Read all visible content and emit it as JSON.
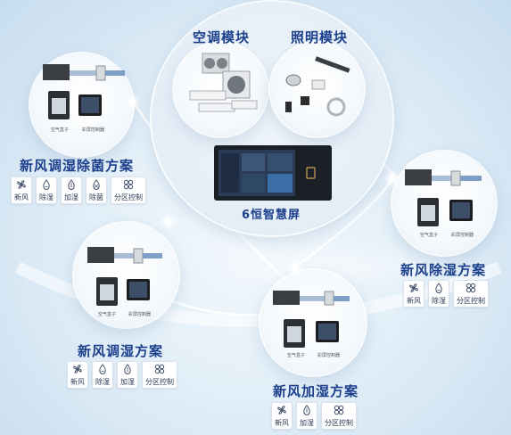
{
  "hub": {
    "ac_module": "空调模块",
    "lighting_module": "照明模块",
    "smart_screen": "6恒智慧屏"
  },
  "schemes": [
    {
      "title": "新风调湿除菌方案",
      "captions": [
        "空气盒子",
        "彩屏控制器"
      ],
      "tags": [
        "新风",
        "除湿",
        "加湿",
        "除菌",
        "分区控制"
      ]
    },
    {
      "title": "新风调湿方案",
      "captions": [
        "空气盒子",
        "彩屏控制器"
      ],
      "tags": [
        "新风",
        "除湿",
        "加湿",
        "分区控制"
      ]
    },
    {
      "title": "新风加湿方案",
      "captions": [
        "空气盒子",
        "彩屏控制器"
      ],
      "tags": [
        "新风",
        "加湿",
        "分区控制"
      ]
    },
    {
      "title": "新风除湿方案",
      "captions": [
        "空气盒子",
        "彩屏控制器"
      ],
      "tags": [
        "新风",
        "除湿",
        "分区控制"
      ]
    }
  ],
  "icons": {
    "新风": "fan-icon",
    "除湿": "dehumidify-drop-icon",
    "加湿": "humidify-drop-icon",
    "除菌": "sterilize-drop-icon",
    "分区控制": "zone-control-icon"
  },
  "colors": {
    "title": "#1c3f8c",
    "screen": "#1b1f26",
    "accent": "#2d6fd6"
  }
}
